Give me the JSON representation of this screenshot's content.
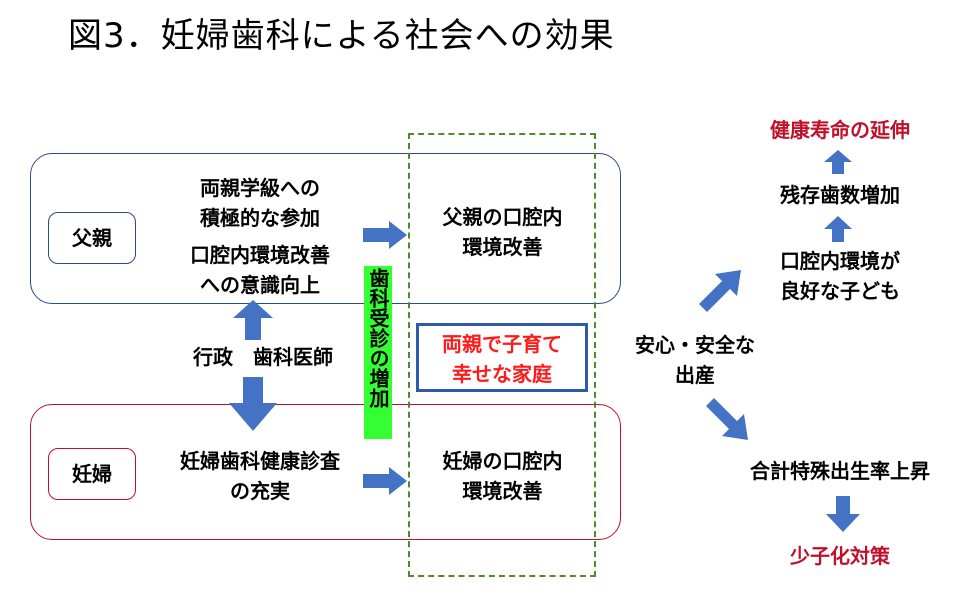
{
  "title": "図3．妊婦歯科による社会への効果",
  "father": {
    "label": "父親",
    "participation": "両親学級への\n積極的な参加",
    "awareness": "口腔内環境改善\nへの意識向上",
    "result": "父親の口腔内\n環境改善"
  },
  "pregnant": {
    "label": "妊婦",
    "checkup": "妊婦歯科健康診査\nの充実",
    "result": "妊婦の口腔内\n環境改善"
  },
  "actors": "行政　歯科医師",
  "dental_visits": "歯科受診の増加",
  "happy_family": "両親で子育て\n幸せな家庭",
  "safe_birth": "安心・安全な\n出産",
  "child_oral": "口腔内環境が\n良好な子ども",
  "remaining_teeth": "残存歯数増加",
  "healthy_life": "健康寿命の延伸",
  "fertility_rate": "合計特殊出生率上昇",
  "birthrate_policy": "少子化対策",
  "colors": {
    "father_border": "#2f4a8a",
    "pregnant_border": "#c0112b",
    "dashed_green": "#4e8a2e",
    "highlight_green": "#33ff33",
    "family_border": "#2e5aa8",
    "arrow": "#4472c4",
    "red_text": "#c0112b"
  }
}
